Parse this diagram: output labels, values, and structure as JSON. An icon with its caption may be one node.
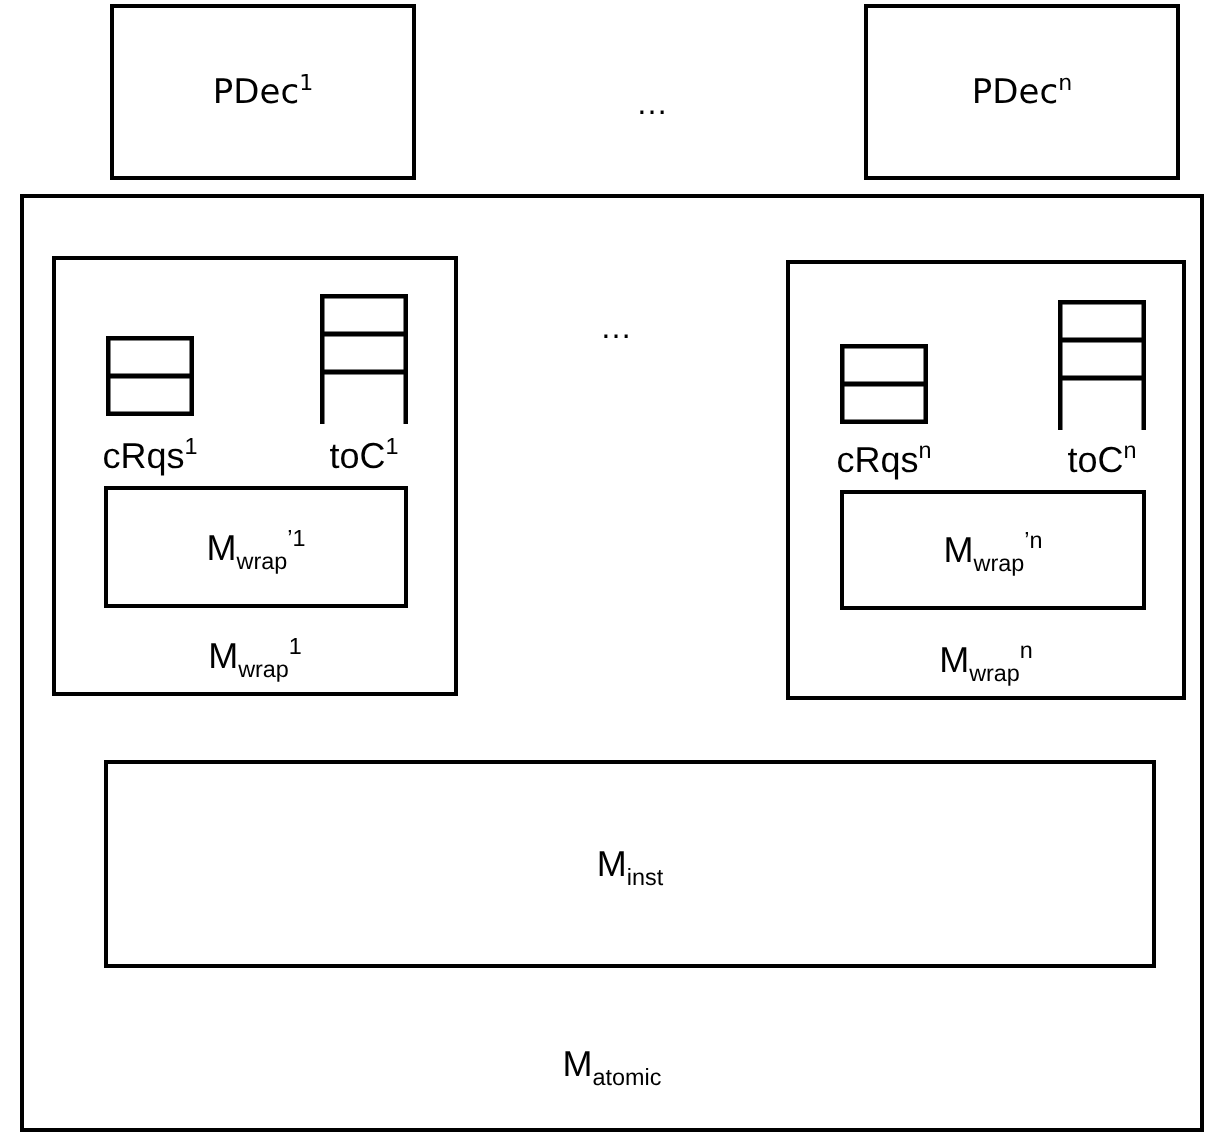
{
  "diagram": {
    "nodes": [
      {
        "text": [
          "PDec$^{1}$"
        ]
      },
      {
        "text": [
          "PDec$^{n}$"
        ]
      },
      {
        "text": [
          "M$_{atomic}$"
        ]
      },
      {
        "text": [
          "M$_{wrap}$$^{1}$"
        ],
        "in": 2
      },
      {
        "text": [
          "cRqs$^{1}$"
        ],
        "in": 3
      },
      {
        "text": [
          "toC$^{1}$"
        ],
        "in": 3
      },
      {
        "text": [
          "M$_{wrap}$$^{’1}$"
        ],
        "in": 3
      },
      {
        "text": [
          "M$_{wrap}$$^{n}$"
        ],
        "in": 2
      },
      {
        "text": [
          "cRqs$^{n}$"
        ],
        "in": 7
      },
      {
        "text": [
          "toC$^{n}$"
        ],
        "in": 7
      },
      {
        "text": [
          "M$_{wrap}$$^{’n}$"
        ],
        "in": 7
      },
      {
        "text": [
          "M$_{inst}$"
        ],
        "in": 2
      }
    ],
    "edges": [],
    "labels": [
      "…",
      "…"
    ]
  }
}
